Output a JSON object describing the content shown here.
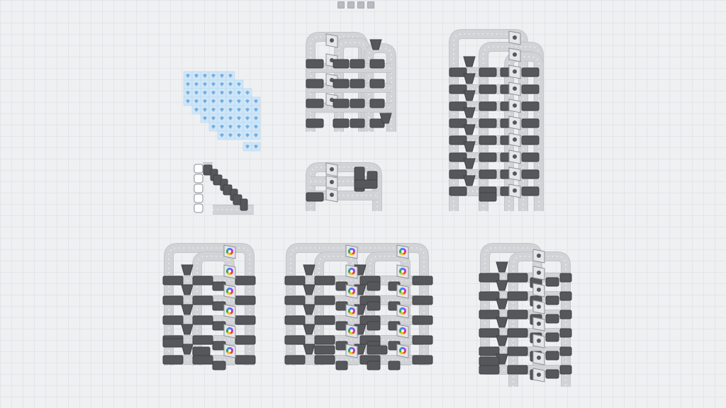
{
  "toolbar": {
    "buttons": [
      {
        "name": "tool-select-button",
        "icon": "square-icon"
      },
      {
        "name": "tool-move-button",
        "icon": "square-icon"
      },
      {
        "name": "tool-build-button",
        "icon": "square-icon"
      },
      {
        "name": "tool-delete-button",
        "icon": "square-icon"
      }
    ]
  },
  "palette": {
    "background": "#eff0f2",
    "grid": "#e3e5e8",
    "conveyor": "#d1d3d6",
    "conveyor_edge": "#c2c5c9",
    "conveyor_dot": "#f1f2f3",
    "machine": "#55575b",
    "machine_edge": "#3f4145",
    "splitter": "#e4e6e9",
    "splitter_edge": "#8e9298",
    "storage_tile": "#cfe6f8",
    "storage_edge": "#b7d7ef",
    "storage_gem": "#74aee0"
  },
  "gem_colors": [
    "#ea4335",
    "#fbbc05",
    "#34a853",
    "#4285f4",
    "#a142f4"
  ]
}
